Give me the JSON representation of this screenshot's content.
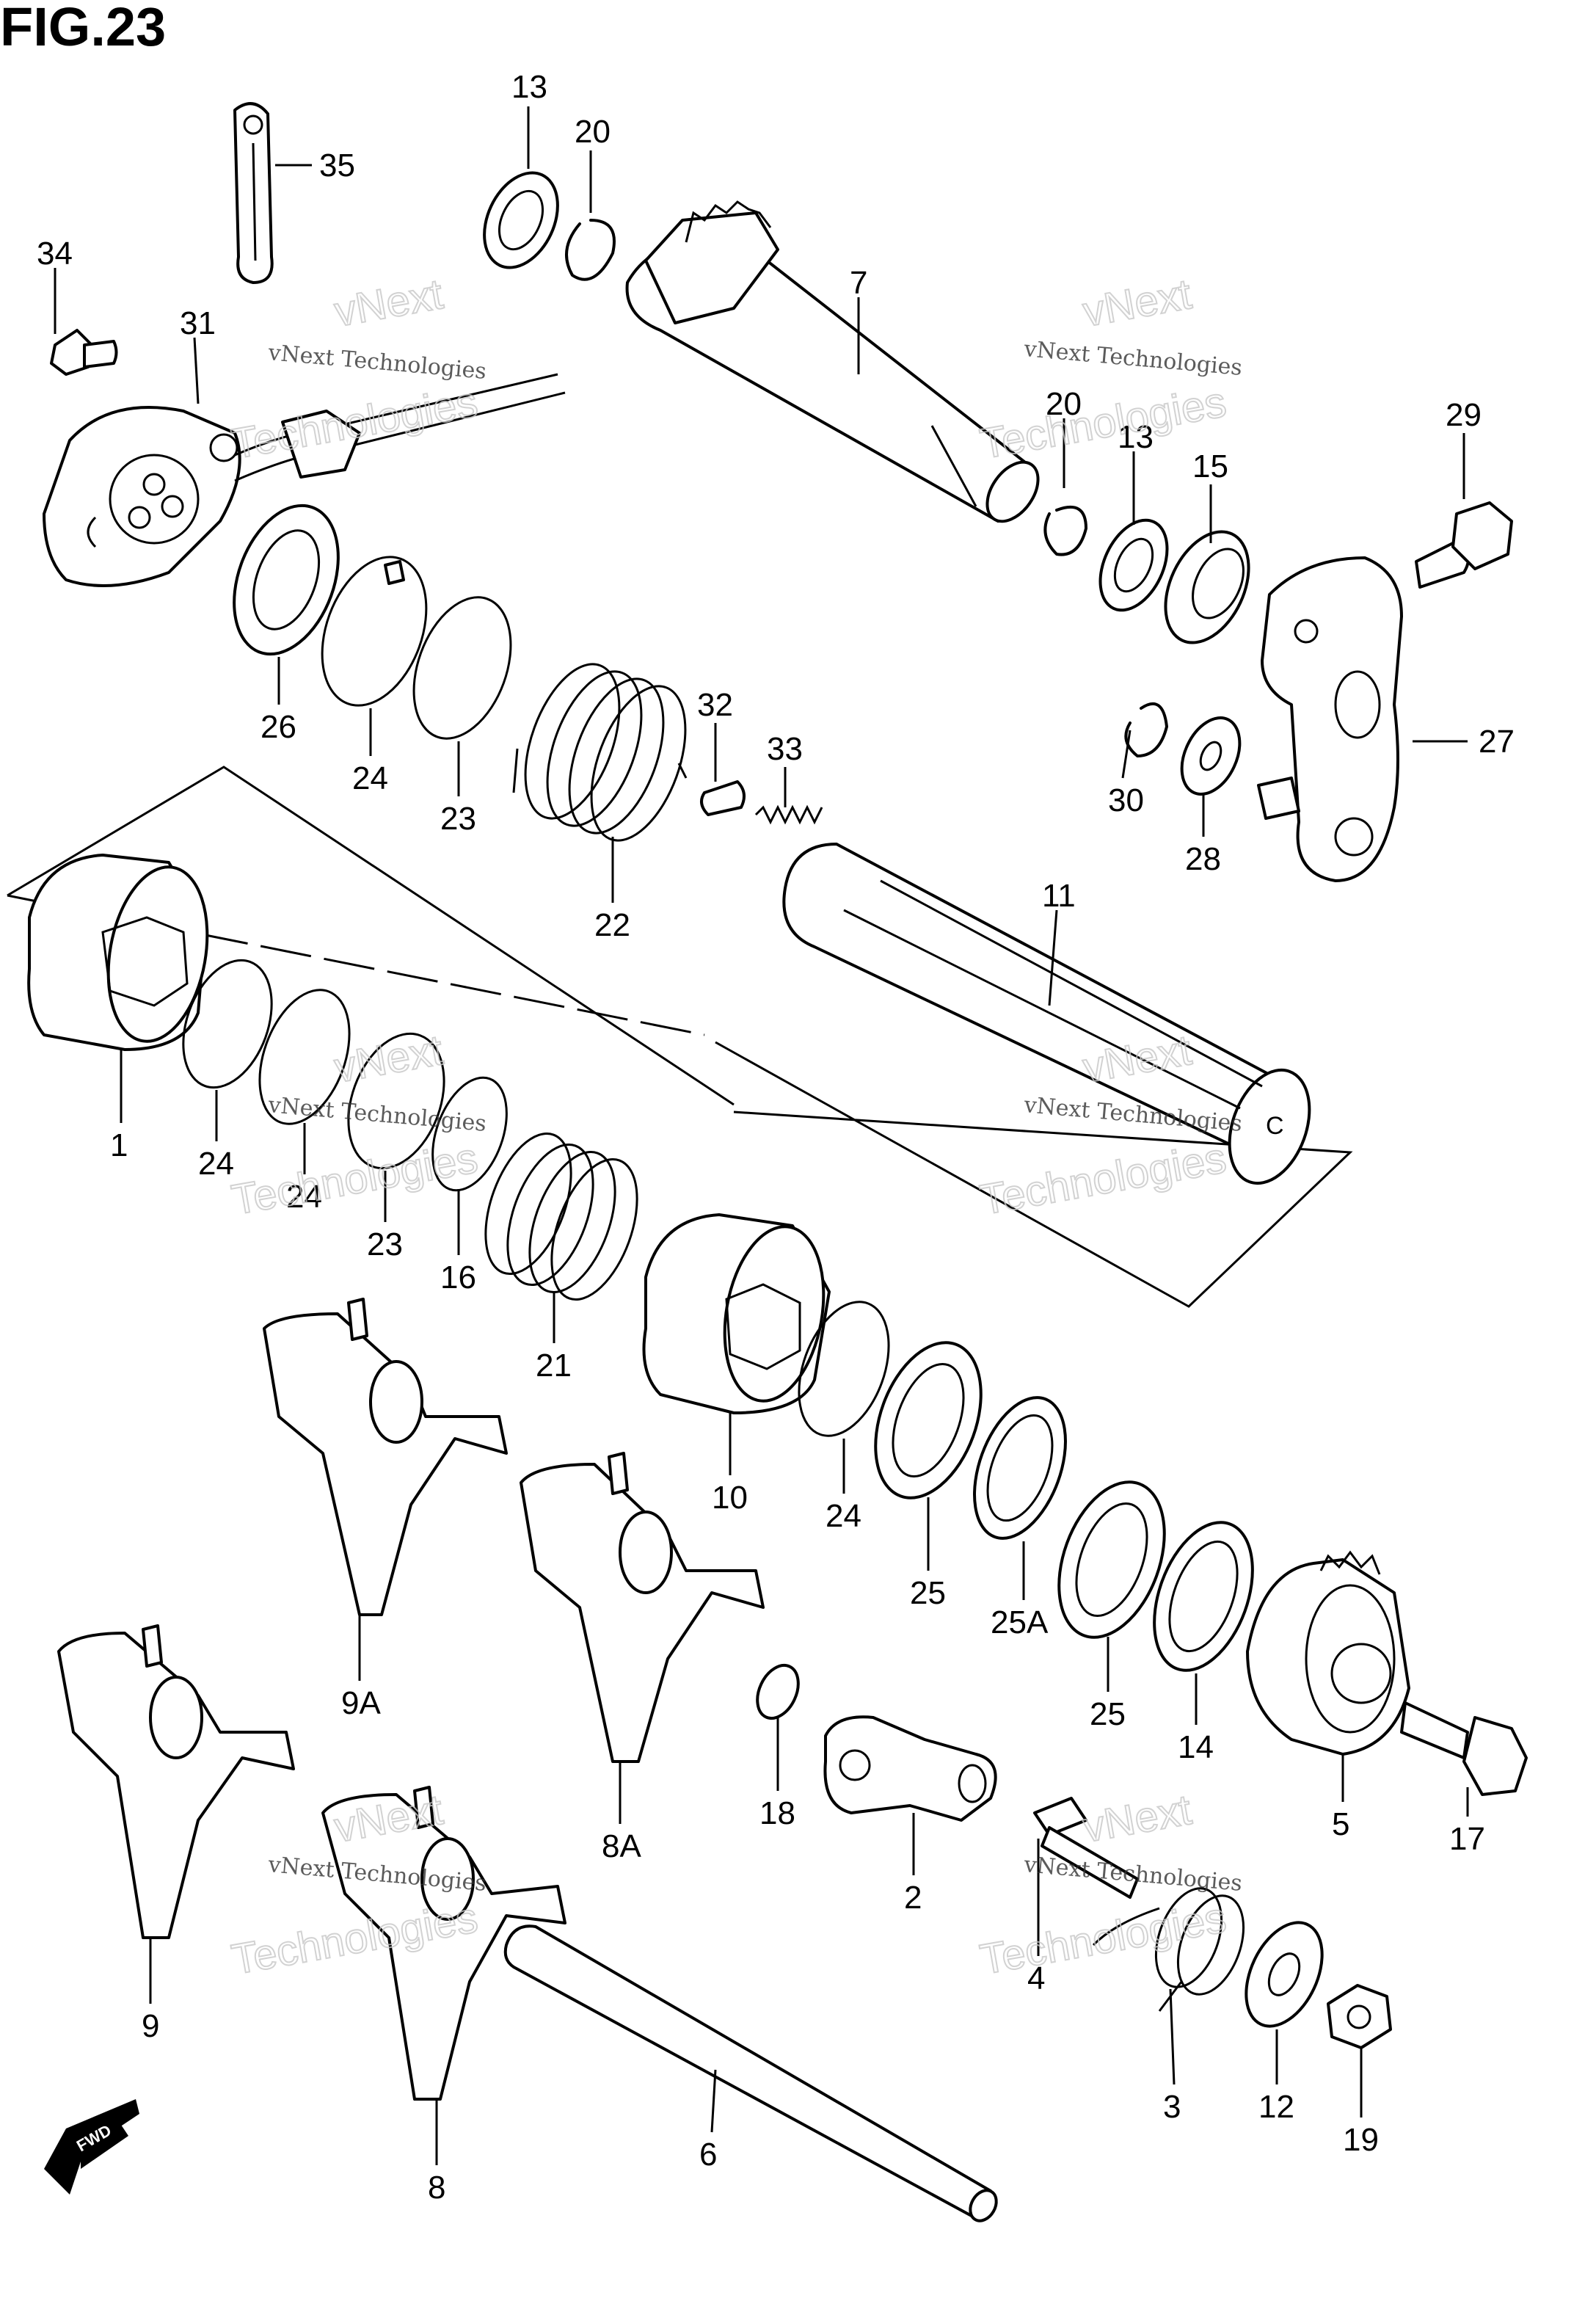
{
  "figure": {
    "title": "FIG.23"
  },
  "watermark": {
    "line1": "vNext",
    "line2": "Technologies",
    "small": "vNext Technologies"
  },
  "direction_badge": {
    "label": "FWD"
  },
  "callouts": {
    "p1": "1",
    "p2": "2",
    "p3": "3",
    "p4": "4",
    "p5": "5",
    "p6": "6",
    "p7": "7",
    "p8": "8",
    "p8A": "8A",
    "p9": "9",
    "p9A": "9A",
    "p10": "10",
    "p11": "11",
    "p12": "12",
    "p13a": "13",
    "p13b": "13",
    "p14": "14",
    "p15": "15",
    "p16": "16",
    "p17": "17",
    "p18": "18",
    "p19": "19",
    "p20a": "20",
    "p20b": "20",
    "p21": "21",
    "p22": "22",
    "p23a": "23",
    "p23b": "23",
    "p24a": "24",
    "p24b": "24",
    "p24c": "24",
    "p24d": "24",
    "p25a": "25",
    "p25b": "25",
    "p25A": "25A",
    "p26": "26",
    "p27": "27",
    "p28": "28",
    "p29": "29",
    "p30": "30",
    "p31": "31",
    "p32": "32",
    "p33": "33",
    "p34": "34",
    "p35": "35"
  }
}
